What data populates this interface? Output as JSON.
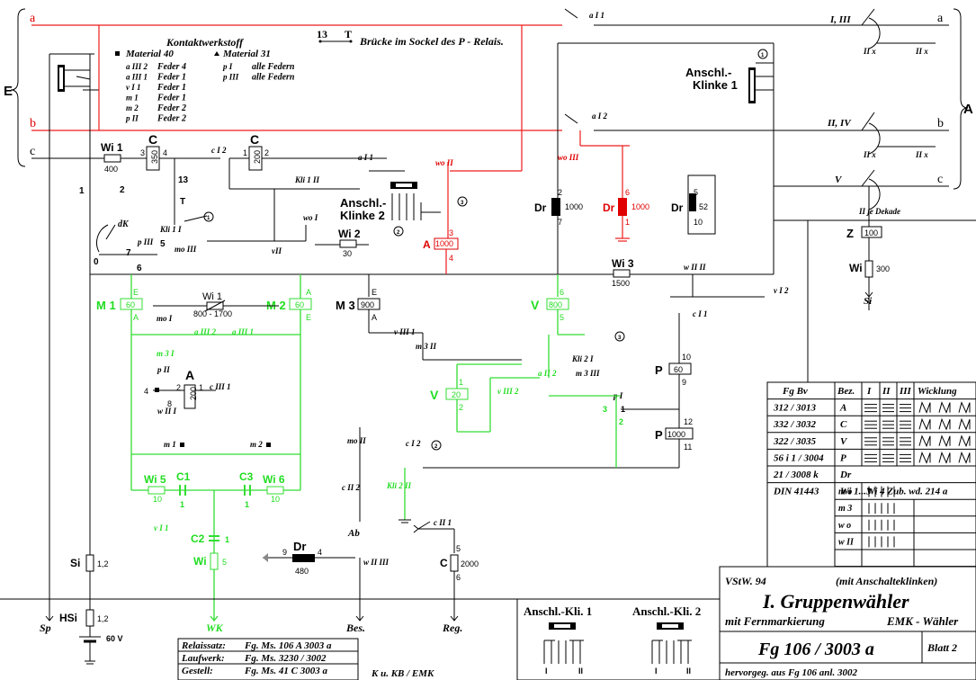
{
  "bus_labels": {
    "a": "a",
    "b": "b",
    "c": "c",
    "a_r": "a",
    "b_r": "b",
    "c_r": "c",
    "E": "E",
    "A": "A"
  },
  "legend": {
    "title": "Kontaktwerkstoff",
    "m40": "Material 40",
    "m31": "Material 31",
    "col1": [
      {
        "k": "a III 2",
        "v": "Feder 4"
      },
      {
        "k": "a III 1",
        "v": "Feder 1"
      },
      {
        "k": "v I 1",
        "v": "Feder 1"
      },
      {
        "k": "m 1",
        "v": "Feder 1"
      },
      {
        "k": "m 2",
        "v": "Feder 2"
      },
      {
        "k": "p II",
        "v": "Feder 2"
      }
    ],
    "col2": [
      {
        "k": "p I",
        "v": "alle Federn"
      },
      {
        "k": "p III",
        "v": "alle Federn"
      }
    ]
  },
  "bridge_note": {
    "num": "13",
    "t": "T",
    "text": "Brücke im Sockel des P - Relais."
  },
  "components": {
    "wi1": {
      "name": "Wi 1",
      "val": "400"
    },
    "c350": {
      "name": "C",
      "val": "350",
      "p1": "3",
      "p2": "4"
    },
    "c200": {
      "name": "C",
      "val": "200",
      "p1": "1",
      "p2": "2"
    },
    "wi2": {
      "name": "Wi 2",
      "val": "30"
    },
    "wi3": {
      "name": "Wi 3",
      "val": "1500"
    },
    "wi_pot": {
      "name": "Wi 1",
      "val": "800 - 1700"
    },
    "m1": {
      "name": "M 1",
      "val": "60",
      "e": "E",
      "a": "A"
    },
    "m2": {
      "name": "M 2",
      "val": "60",
      "e": "E",
      "a": "A"
    },
    "m3": {
      "name": "M 3",
      "val": "900",
      "e": "E",
      "a": "A"
    },
    "a_relay": {
      "name": "A",
      "val": "200",
      "p1": "2",
      "p2": "1",
      "p4": "4",
      "p8": "8"
    },
    "a1000": {
      "name": "A",
      "val": "1000",
      "p3": "3",
      "p4": "4"
    },
    "dr1000": {
      "name": "Dr",
      "val": "1000",
      "p1": "2",
      "p2": "7"
    },
    "dr_red": {
      "name": "Dr",
      "val": "1000",
      "p1": "6",
      "p2": "1"
    },
    "dr52": {
      "name": "Dr",
      "val": "52",
      "p1": "5",
      "p2": "10"
    },
    "v800": {
      "name": "V",
      "val": "800",
      "p1": "6",
      "p2": "5"
    },
    "v20": {
      "name": "V",
      "val": "20",
      "p1": "1",
      "p2": "2"
    },
    "p60": {
      "name": "P",
      "val": "60",
      "p1": "10",
      "p2": "9"
    },
    "p1000": {
      "name": "P",
      "val": "1000",
      "p1": "12",
      "p2": "11"
    },
    "z100": {
      "name": "Z",
      "val": "100"
    },
    "wi300": {
      "name": "Wi",
      "val": "300"
    },
    "wi5": {
      "name": "Wi 5",
      "val": "10"
    },
    "wi6": {
      "name": "Wi 6",
      "val": "10"
    },
    "c1": {
      "name": "C1",
      "val": "1"
    },
    "c3": {
      "name": "C3",
      "val": "1"
    },
    "c2": {
      "name": "C2",
      "val": "1"
    },
    "wi_wk": {
      "name": "Wi",
      "val": "5"
    },
    "dr480": {
      "name": "Dr",
      "val": "480",
      "p1": "9",
      "p2": "4"
    },
    "c2000": {
      "name": "C",
      "val": "2000",
      "p1": "5",
      "p2": "6"
    },
    "si": {
      "name": "Si",
      "val": "1,2"
    },
    "hsi": {
      "name": "HSi",
      "val": "1,2"
    },
    "v60": {
      "val": "60 V"
    }
  },
  "jacks": {
    "k1": "Anschl.-\nKlinke 1",
    "k2": "Anschl.-\nKlinke 2"
  },
  "contact_labels": {
    "ai1": "a I 1",
    "ai2": "a I 2",
    "c12": "c I 2",
    "kli1": "Kli 1 II",
    "aI1": "a I 1",
    "wo2": "wo II",
    "wo3": "wo III",
    "dk": "dK",
    "pIII": "p III",
    "kli1i": "Kli 1 I",
    "mo3": "mo III",
    "vII": "vII",
    "wo1": "wo I",
    "wII2": "w II II",
    "vI2": "v I 2",
    "cI1": "c I 1",
    "vIII1": "v III 1",
    "m3II": "m 3 II",
    "mo1": "mo I",
    "m3I": "m 3 I",
    "aIII2": "a III 2",
    "aIII1": "a III 1",
    "pII": "p II",
    "wII1": "w II I",
    "cIII1": "c III 1",
    "m1": "m 1",
    "m2": "m 2",
    "vI1": "v I 1",
    "kli2I": "Kli 2 I",
    "aII2": "a II 2",
    "vIII2": "v III 2",
    "m3III": "m 3 III",
    "pI": "p I",
    "moII": "mo II",
    "cI2": "c I 2",
    "kli2II": "Kli 2 II",
    "cII2": "c II 2",
    "cII1": "c II 1",
    "wIIIII": "w II III"
  },
  "right_labels": {
    "i3": "I, III",
    "ii4": "II, IV",
    "v": "V",
    "IIx": "II x",
    "IIx2": "II x",
    "jede": "II je Dekade",
    "si": "Si"
  },
  "outputs": {
    "sp": "Sp",
    "wk": "WK",
    "bes": "Bes.",
    "ab": "Ab",
    "reg": "Reg."
  },
  "numbers": {
    "n0": "0",
    "n1": "1",
    "n2": "2",
    "n5": "5",
    "n6": "6",
    "n7": "7",
    "n13": "13",
    "nT": "T"
  },
  "table": {
    "headers": [
      "Fg Bv",
      "Bez.",
      "I",
      "II",
      "III",
      "Wicklung"
    ],
    "rows": [
      {
        "fg": "312 / 3013",
        "bez": "A"
      },
      {
        "fg": "332 / 3032",
        "bez": "C"
      },
      {
        "fg": "322 / 3035",
        "bez": "V"
      },
      {
        "fg": "56 i 1 / 3004",
        "bez": "P"
      },
      {
        "fg": "21 / 3008 k",
        "bez": "Dr"
      },
      {
        "fg": "DIN 41443",
        "bez": "Wi 1...3",
        "extra": "Wi 4 Zub. wd. 214 a"
      }
    ],
    "contact_rows": [
      "m o",
      "m 3",
      "w o",
      "w II"
    ]
  },
  "title_block": {
    "vstw": "VStW. 94",
    "mit": "(mit Anschalteklinken)",
    "main": "I. Gruppenwähler",
    "sub": "mit Fernmarkierung",
    "emk": "EMK - Wähler",
    "fg": "Fg 106 / 3003 a",
    "blatt": "Blatt 2",
    "herv": "hervorgeg. aus Fg 106 anl. 3002"
  },
  "bottom_block": {
    "rows": [
      {
        "k": "Relaissatz:",
        "v": "Fg. Ms. 106 A 3003 a"
      },
      {
        "k": "Laufwerk:",
        "v": "Fg. Ms. 3230 / 3002"
      },
      {
        "k": "Gestell:",
        "v": "Fg. Ms. 41 C 3003 a"
      }
    ],
    "ku": "K u. KB / EMK"
  },
  "jack_panel": {
    "k1": "Anschl.-Kli. 1",
    "k2": "Anschl.-Kli. 2",
    "i": "I",
    "ii": "II"
  },
  "colors": {
    "red": "#e00000",
    "green": "#22dd22"
  }
}
